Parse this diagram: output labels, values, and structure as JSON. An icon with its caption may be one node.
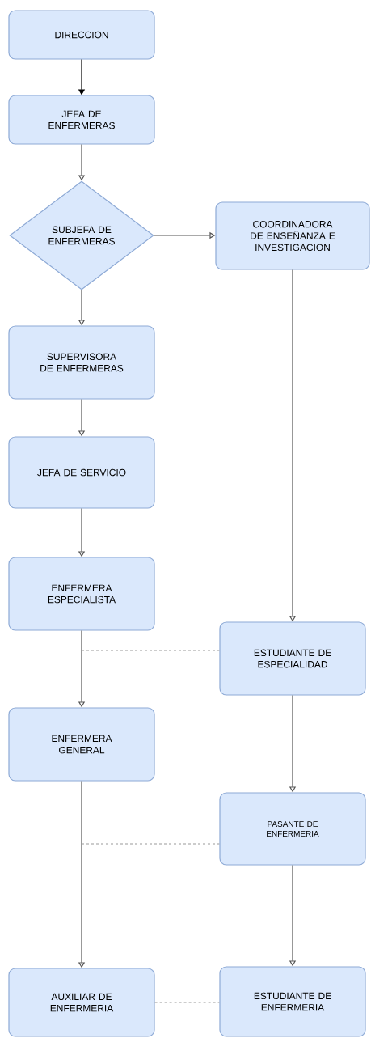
{
  "diagram": {
    "nodes": [
      {
        "text": [
          "DIRECCION"
        ]
      },
      {
        "text": [
          "JEFA DE ENFERMERAS"
        ]
      },
      {
        "text": [
          "SUBJEFA DE ENFERMERAS"
        ]
      },
      {
        "text": [
          "COORDINADORA DE ENSEÑANZA E INVESTIGACION"
        ]
      },
      {
        "text": [
          "SUPERVISORA DE ENFERMERAS"
        ]
      },
      {
        "text": [
          "JEFA DE SERVICIO"
        ]
      },
      {
        "text": [
          "ENFERMERA ESPECIALISTA"
        ]
      },
      {
        "text": [
          "ESTUDIANTE DE ESPECIALIDAD"
        ]
      },
      {
        "text": [
          "ENFERMERA GENERAL"
        ]
      },
      {
        "text": [
          "PASANTE DE ENFERMERIA"
        ]
      },
      {
        "text": [
          "AUXILIAR DE ENFERMERIA"
        ]
      },
      {
        "text": [
          "ESTUDIANTE DE ENFERMERIA"
        ]
      }
    ],
    "edges": [
      {
        "from": 0,
        "to": 1,
        "arrow": "to",
        "color": "#000000"
      },
      {
        "from": 1,
        "to": 2,
        "arrow": "to"
      },
      {
        "from": 2,
        "to": 3,
        "arrow": "to"
      },
      {
        "from": 2,
        "to": 4,
        "arrow": "to"
      },
      {
        "from": 4,
        "to": 5,
        "arrow": "to"
      },
      {
        "from": 5,
        "to": 6,
        "arrow": "to"
      },
      {
        "from": 6,
        "to": 8,
        "arrow": "to"
      },
      {
        "from": 8,
        "to": 10,
        "arrow": "to"
      },
      {
        "from": 3,
        "to": 7,
        "arrow": "to"
      },
      {
        "from": 7,
        "to": 9,
        "arrow": "to"
      },
      {
        "from": 9,
        "to": 11,
        "arrow": "to"
      },
      {
        "from": null,
        "to": 7,
        "arrow": "none",
        "style": "dashed",
        "color": "#999999"
      },
      {
        "from": null,
        "to": 9,
        "arrow": "none",
        "style": "dashed",
        "color": "#999999"
      },
      {
        "from": 10,
        "to": 11,
        "arrow": "none",
        "style": "dashed",
        "color": "#999999"
      }
    ]
  }
}
